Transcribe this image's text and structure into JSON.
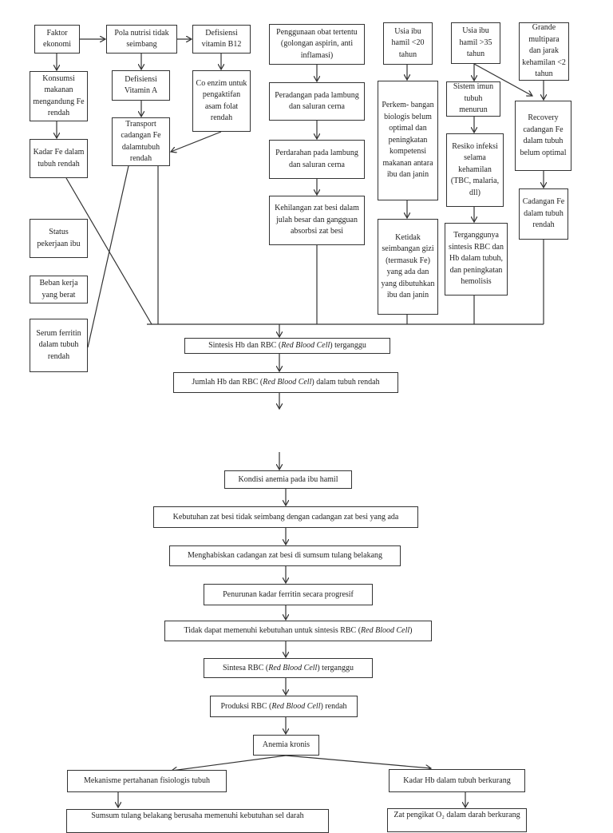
{
  "nodes": {
    "faktor_ekonomi": "Faktor ekonomi",
    "pola_nutrisi": "Pola nutrisi tidak seimbang",
    "defisiensi_b12": "Defisiensi vitamin B12",
    "konsumsi": "Konsumsi makanan mengandung Fe rendah",
    "defisiensi_a": "Defisiensi Vitamin A",
    "co_enzim": "Co enzim untuk pengaktifan asam folat rendah",
    "kadar_fe": "Kadar Fe dalam tubuh rendah",
    "transport": "Transport cadangan Fe dalamtubuh rendah",
    "obat": "Penggunaan obat tertentu (golongan aspirin, anti inflamasi)",
    "peradangan": "Peradangan pada lambung dan saluran cerna",
    "perdarahan": "Perdarahan pada lambung dan saluran cerna",
    "kehilangan": "Kehilangan zat besi dalam julah besar dan gangguan absorbsi zat besi",
    "usia_20": "Usia ibu hamil <20 tahun",
    "perkembangan": "Perkem- bangan biologis belum optimal dan peningkatan kompetensi makanan antara ibu dan janin",
    "ketidak": "Ketidak seimbangan gizi (termasuk Fe) yang ada dan yang dibutuhkan ibu dan janin",
    "usia_35": "Usia ibu hamil >35 tahun",
    "sistem_imun": "Sistem imun tubuh menurun",
    "resiko": "Resiko infeksi selama kehamilan (TBC, malaria, dll)",
    "terganggunya": "Terganggunya sintesis RBC dan Hb dalam tubuh, dan peningkatan hemolisis",
    "grande": "Grande multipara dan jarak kehamilan <2 tahun",
    "recovery": "Recovery cadangan Fe dalam tubuh belum optimal",
    "cadangan": "Cadangan Fe dalam tubuh rendah",
    "status_pekerjaan": "Status pekerjaan ibu",
    "beban_kerja": "Beban kerja yang berat",
    "serum": "Serum ferritin dalam tubuh rendah",
    "sintesis": {
      "pre": "Sintesis Hb dan RBC (",
      "em": "Red Blood Cell",
      "post": ") terganggu"
    },
    "jumlah": {
      "pre": "Jumlah Hb dan RBC (",
      "em": "Red Blood Cell",
      "post": ") dalam tubuh rendah"
    },
    "kondisi": "Kondisi anemia pada ibu hamil",
    "kebutuhan": "Kebutuhan zat besi tidak seimbang dengan cadangan zat besi yang ada",
    "menghabiskan": "Menghabiskan cadangan zat besi di sumsum tulang belakang",
    "penurunan": "Penurunan kadar ferritin secara progresif",
    "tidak_dapat": {
      "pre": "Tidak dapat memenuhi kebutuhan untuk sintesis RBC (",
      "em": "Red Blood Cell",
      "post": ")"
    },
    "sintesa": {
      "pre": "Sintesa RBC (",
      "em": "Red Blood Cell",
      "post": ") terganggu"
    },
    "produksi": {
      "pre": "Produksi RBC (",
      "em": "Red Blood Cell",
      "post": ") rendah"
    },
    "anemia_kronis": "Anemia kronis",
    "mekanisme": "Mekanisme pertahanan fisiologis tubuh",
    "kadar_hb": "Kadar Hb dalam tubuh berkurang",
    "sumsum": "Sumsum tulang belakang berusaha memenuhi kebutuhan sel darah",
    "zat_pengikat": "Zat pengikat O₂ dalam darah berkurang"
  }
}
